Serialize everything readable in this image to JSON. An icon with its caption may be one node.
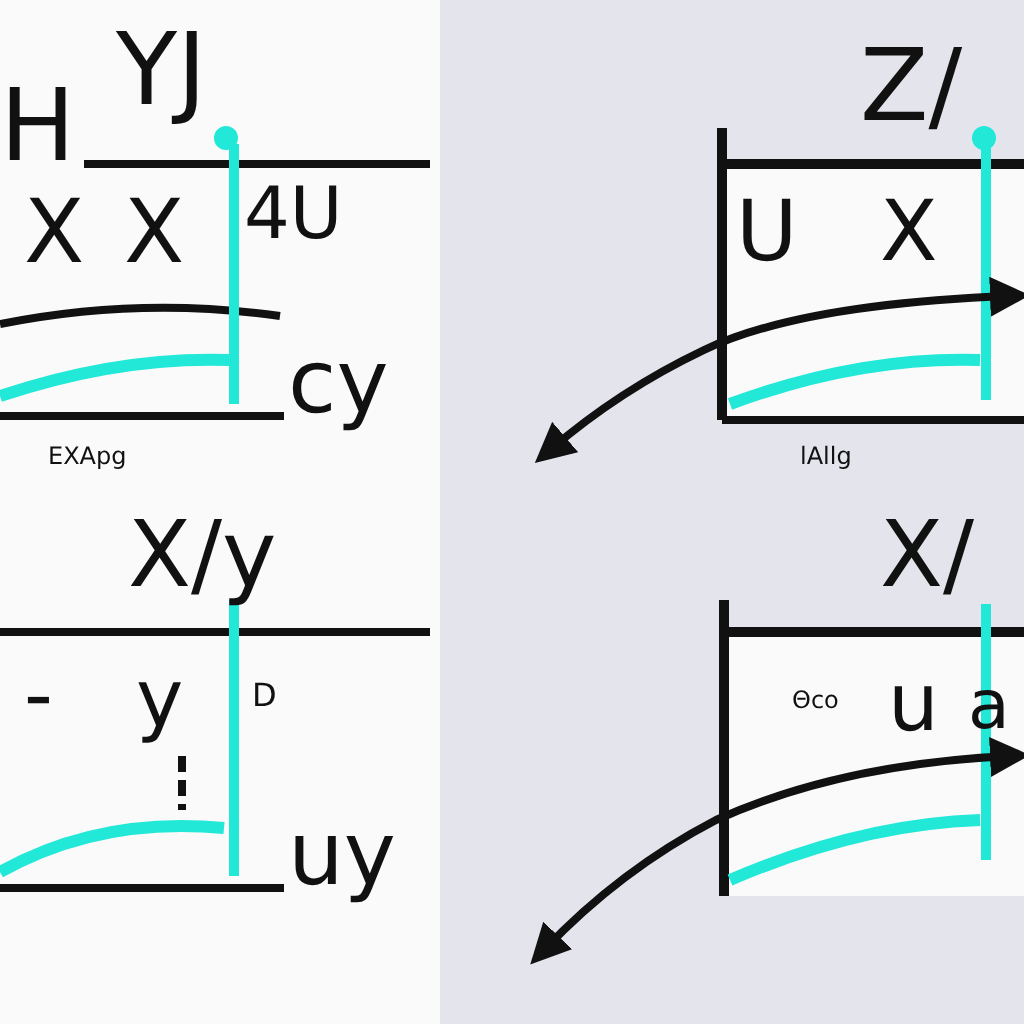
{
  "diagram": {
    "labels": [
      "H",
      "YJ",
      "Z/",
      "X",
      "X",
      "4U",
      "U",
      "X",
      "cy",
      "EXApg",
      "lAllg",
      "X/y",
      "X/",
      "-",
      "y",
      "D",
      "Θco",
      "u",
      "a",
      "uy"
    ]
  }
}
